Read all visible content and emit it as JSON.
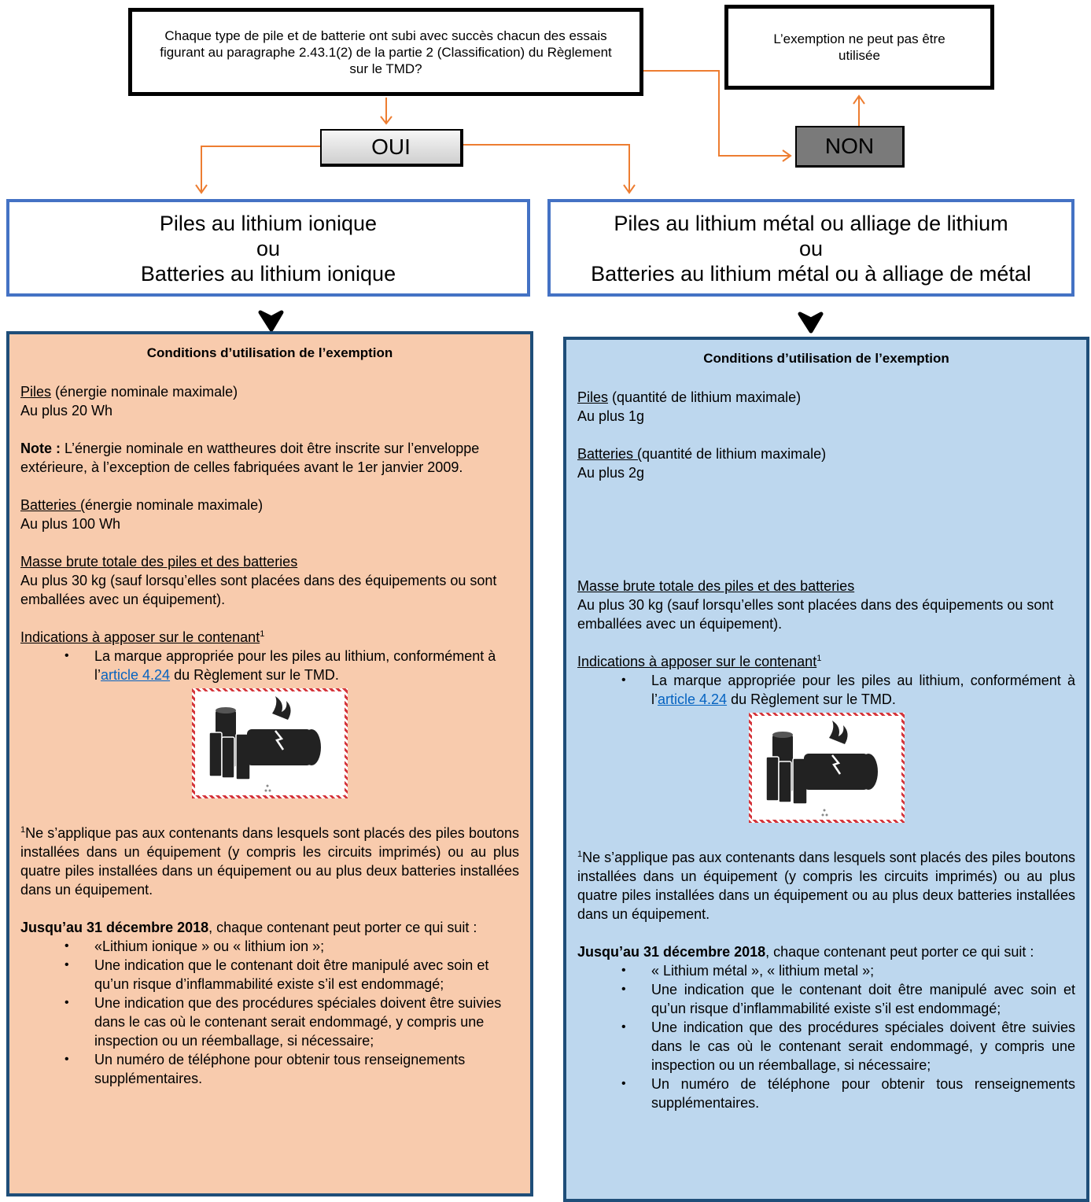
{
  "top": {
    "question": "Chaque type de pile et de batterie ont subi avec succès chacun des essais figurant au paragraphe 2.43.1(2) de la partie 2 (Classification) du Règlement sur le TMD?",
    "cannot_use": "L’exemption ne peut pas être utilisée",
    "yes": "OUI",
    "no": "NON"
  },
  "categories": {
    "ion": {
      "line1": "Piles au lithium ionique",
      "or": "ou",
      "line2": "Batteries au lithium ionique"
    },
    "metal": {
      "line1": "Piles au lithium métal ou alliage de lithium",
      "or": "ou",
      "line2": "Batteries au lithium métal ou à alliage de métal"
    }
  },
  "colors": {
    "arrow": "#ed7d31",
    "category_border": "#4472c4",
    "panel_border": "#1f4e79",
    "panel_ion_bg": "#f8cbad",
    "panel_metal_bg": "#bdd7ee",
    "non_bg": "#7a7a7a",
    "mark_border": "#d4343a"
  },
  "panel_ion": {
    "title": "Conditions d’utilisation de l’exemption",
    "cells_label": "Piles",
    "cells_rest": " (énergie nominale maximale)",
    "cells_value": "Au plus 20 Wh",
    "note_label": "Note :",
    "note_text": " L’énergie nominale en wattheures doit être inscrite sur l’enveloppe extérieure, à l’exception de celles fabriquées avant le 1er janvier 2009.",
    "batteries_label": "Batteries (",
    "batteries_rest": "énergie nominale maximale)",
    "batteries_value": "Au plus 100 Wh",
    "mass_label": "Masse brute totale des piles et des batteries",
    "mass_value": "Au plus 30 kg (sauf lorsqu’elles sont placées dans des équipements ou sont emballées avec un équipement).",
    "marks_label": "Indications à apposer sur le contenant",
    "marks_sup": "1",
    "mark_text_a": "La marque appropriée pour les piles au lithium, conformément à l’",
    "mark_link": "article 4.24",
    "mark_text_b": " du Règlement sur le TMD.",
    "footnote_sup": "1",
    "footnote": "Ne s’applique pas aux contenants dans lesquels sont placés des piles boutons installées dans un équipement (y compris les circuits imprimés) ou au plus quatre piles installées dans un équipement ou au plus deux batteries installées dans un équipement.",
    "until_bold": "Jusqu’au 31 décembre 2018",
    "until_rest": ", chaque contenant peut porter ce qui suit :",
    "bullets": [
      "«Lithium ionique » ou « lithium ion »;",
      "Une indication que le contenant doit être manipulé avec soin et qu’un risque d’inflammabilité existe s’il est endommagé;",
      "Une indication que des procédures spéciales doivent être suivies dans le cas où le contenant serait endommagé, y compris une inspection ou un réemballage, si nécessaire;",
      "Un numéro de téléphone pour obtenir tous renseignements supplémentaires."
    ]
  },
  "panel_metal": {
    "title": "Conditions d’utilisation de l’exemption",
    "cells_label": "Piles",
    "cells_rest": " (quantité de lithium maximale)",
    "cells_value": "Au plus 1g",
    "batteries_label": "Batteries (",
    "batteries_rest": "quantité de lithium maximale)",
    "batteries_value": "Au plus 2g",
    "mass_label": "Masse brute totale des piles et des batteries",
    "mass_value": "Au plus 30 kg (sauf lorsqu’elles sont placées dans des équipements ou sont emballées avec un équipement).",
    "marks_label": "Indications à apposer sur le contenant",
    "marks_sup": "1",
    "mark_text_a": "La marque appropriée pour les piles au lithium, conformément à l’",
    "mark_link": "article 4.24",
    "mark_text_b": " du Règlement sur le TMD.",
    "footnote_sup": "1",
    "footnote": "Ne s’applique pas aux contenants dans lesquels sont placés des piles boutons installées dans un équipement (y compris les circuits imprimés) ou au plus quatre piles installées dans un équipement ou au plus deux batteries installées dans un équipement.",
    "until_bold": "Jusqu’au 31 décembre 2018",
    "until_rest": ", chaque contenant peut porter ce qui suit :",
    "bullets": [
      "« Lithium métal », « lithium metal »;",
      "Une indication que le contenant doit être manipulé avec soin et qu’un risque d’inflammabilité existe s’il est endommagé;",
      "Une indication que des procédures spéciales doivent être suivies dans le cas où le contenant serait endommagé, y compris une inspection ou un réemballage, si nécessaire;",
      "Un numéro de téléphone pour obtenir tous renseignements supplémentaires."
    ]
  }
}
